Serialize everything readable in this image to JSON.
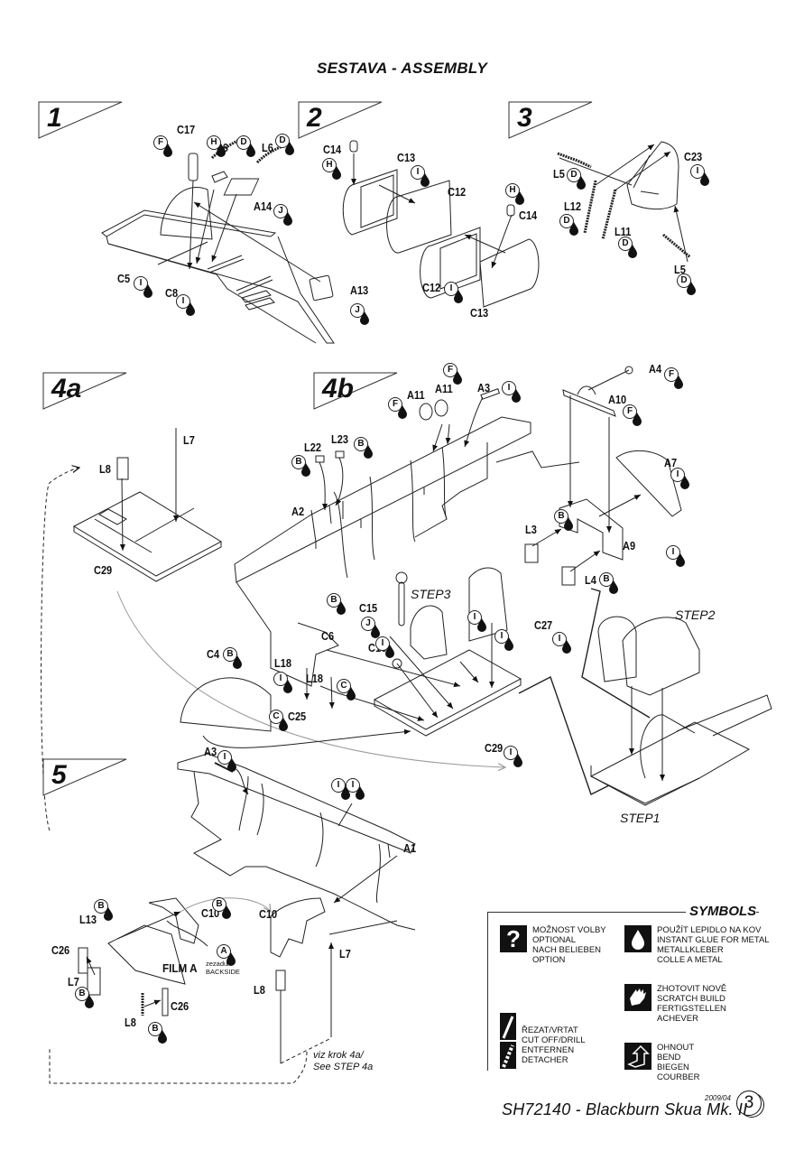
{
  "page": {
    "title": "SESTAVA -  ASSEMBLY",
    "product_code": "SH72140 - Blackburn Skua Mk. II",
    "date": "2009/04",
    "page_number": "3"
  },
  "steps": [
    {
      "id": "1",
      "label": "1"
    },
    {
      "id": "2",
      "label": "2"
    },
    {
      "id": "3",
      "label": "3"
    },
    {
      "id": "4a",
      "label": "4a"
    },
    {
      "id": "4b",
      "label": "4b"
    },
    {
      "id": "5",
      "label": "5"
    }
  ],
  "part_labels": {
    "s1": [
      "C17",
      "L6",
      "L6",
      "A14",
      "C5",
      "C8",
      "A13"
    ],
    "s2": [
      "C14",
      "C13",
      "C12",
      "C14",
      "C12",
      "C13"
    ],
    "s3": [
      "C23",
      "L5",
      "L12",
      "L11",
      "L5"
    ],
    "s4a": [
      "L7",
      "L8",
      "C29"
    ],
    "s4b": [
      "A11",
      "A11",
      "A3",
      "A4",
      "A10",
      "L22",
      "L23",
      "A2",
      "A7",
      "L3",
      "A9",
      "L4",
      "C15",
      "C6",
      "C16",
      "C27",
      "C4",
      "L18",
      "L18",
      "C25",
      "C29"
    ],
    "s5": [
      "A3",
      "A1",
      "L13",
      "C10",
      "C10",
      "C26",
      "L7",
      "L7",
      "L8",
      "C26",
      "L8",
      "L8"
    ]
  },
  "glue_badges": {
    "s1": [
      "F",
      "H",
      "D",
      "D",
      "J",
      "I",
      "I",
      "J"
    ],
    "s2": [
      "H",
      "I",
      "H",
      "I"
    ],
    "s3": [
      "I",
      "D",
      "D",
      "D",
      "D"
    ],
    "s4b": [
      "F",
      "F",
      "I",
      "F",
      "F",
      "B",
      "B",
      "I",
      "B",
      "I",
      "B",
      "B",
      "I",
      "J",
      "I",
      "I",
      "I",
      "B",
      "I",
      "C",
      "C",
      "I",
      "I"
    ],
    "s5": [
      "I",
      "I",
      "B",
      "B",
      "A",
      "B",
      "B"
    ]
  },
  "step_refs": {
    "step1": "STEP1",
    "step2": "STEP2",
    "step3": "STEP3"
  },
  "film": {
    "label": "FILM A",
    "sub1": "zezadu/",
    "sub2": "BACKSIDE"
  },
  "see_note": {
    "line1": "viz krok 4a/",
    "line2": "See STEP 4a"
  },
  "symbols": {
    "title": "SYMBOLS",
    "items": [
      {
        "icon": "question-icon",
        "lines": [
          "MOŽNOST VOLBY",
          "OPTIONAL",
          "NACH BELIEBEN",
          "OPTION"
        ]
      },
      {
        "icon": "glue-drop-icon",
        "lines": [
          "POUŽÍT LEPIDLO NA KOV",
          "INSTANT GLUE FOR METAL",
          "METALLKLEBER",
          "COLLE A METAL"
        ]
      },
      {
        "icon": "hand-icon",
        "lines": [
          "ZHOTOVIT NOVĚ",
          "SCRATCH BUILD",
          "FERTIGSTELLEN",
          "ACHEVER"
        ]
      },
      {
        "icon": "cut-drill-icon",
        "lines": [
          "ŘEZAT/VRTAT",
          "CUT OFF/DRILL",
          "ENTFERNEN",
          "DETACHER"
        ]
      },
      {
        "icon": "bend-icon",
        "lines": [
          "OHNOUT",
          "BEND",
          "BIEGEN",
          "COURBER"
        ]
      }
    ]
  }
}
